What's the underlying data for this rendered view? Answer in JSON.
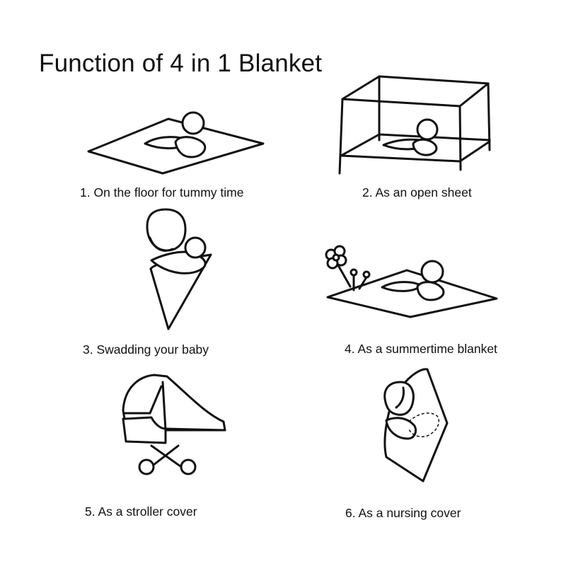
{
  "title": "Function of 4 in 1 Blanket",
  "items": [
    {
      "caption": "1. On the floor for tummy time",
      "icon": "baby-on-mat-icon"
    },
    {
      "caption": "2. As an open sheet",
      "icon": "crib-sheet-icon"
    },
    {
      "caption": "3. Swadding your baby",
      "icon": "swaddling-icon"
    },
    {
      "caption": "4. As a summertime blanket",
      "icon": "outdoor-blanket-icon"
    },
    {
      "caption": "5. As a stroller cover",
      "icon": "stroller-cover-icon"
    },
    {
      "caption": "6. As a nursing cover",
      "icon": "nursing-cover-icon"
    }
  ]
}
